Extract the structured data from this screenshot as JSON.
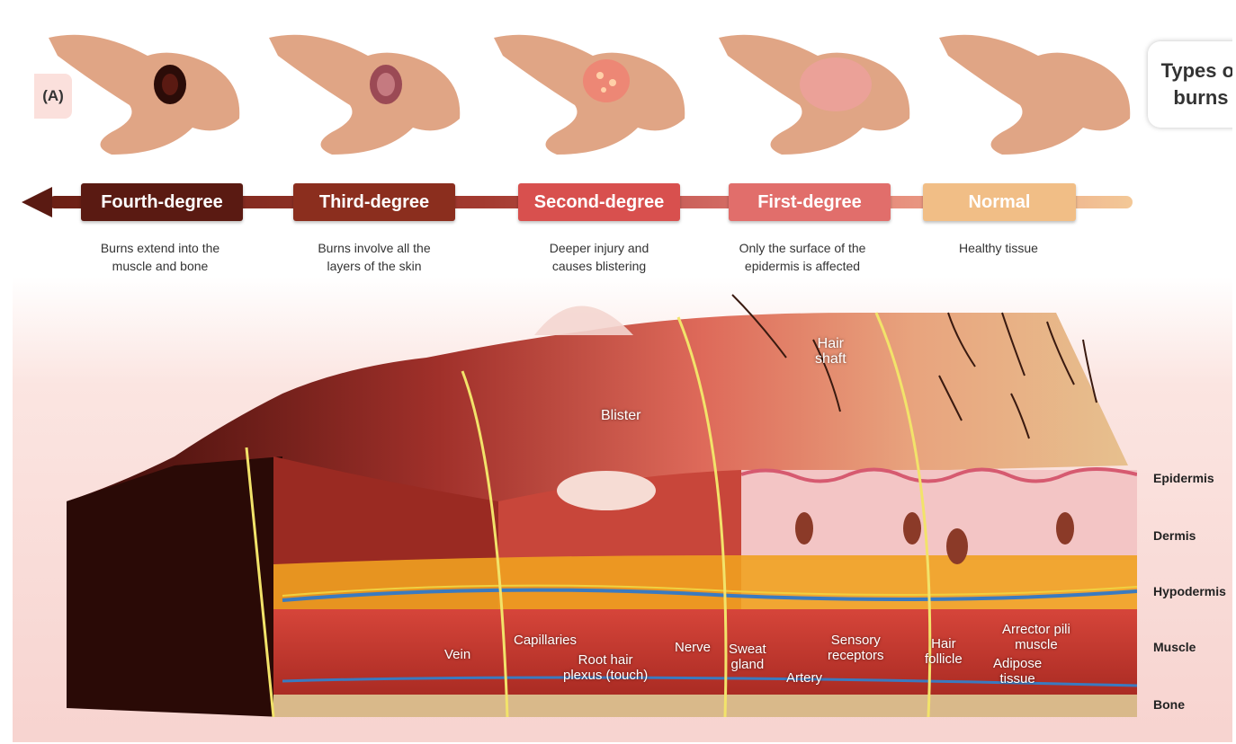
{
  "panel_tag": "(A)",
  "title_line1": "Types of",
  "title_line2": "burns",
  "degrees": [
    {
      "name": "Fourth-degree",
      "desc_line1": "Burns extend into the",
      "desc_line2": "muscle and bone",
      "color": "#5a1a12"
    },
    {
      "name": "Third-degree",
      "desc_line1": "Burns involve all the",
      "desc_line2": "layers of the skin",
      "color": "#8b2e1e"
    },
    {
      "name": "Second-degree",
      "desc_line1": "Deeper injury and",
      "desc_line2": "causes blistering",
      "color": "#d8504e"
    },
    {
      "name": "First-degree",
      "desc_line1": "Only the surface of the",
      "desc_line2": "epidermis is affected",
      "color": "#e16e6b"
    },
    {
      "name": "Normal",
      "desc_line1": "Healthy tissue",
      "desc_line2": "",
      "color": "#f1be86"
    }
  ],
  "layers": [
    "Epidermis",
    "Dermis",
    "Hypodermis",
    "Muscle",
    "Bone"
  ],
  "annotations": {
    "hair_shaft_1": "Hair",
    "hair_shaft_2": "shaft",
    "blister": "Blister",
    "vein": "Vein",
    "capillaries": "Capillaries",
    "root_hair_1": "Root hair",
    "root_hair_2": "plexus (touch)",
    "nerve": "Nerve",
    "sweat_1": "Sweat",
    "sweat_2": "gland",
    "artery": "Artery",
    "sensory_1": "Sensory",
    "sensory_2": "receptors",
    "follicle_1": "Hair",
    "follicle_2": "follicle",
    "adipose_1": "Adipose",
    "adipose_2": "tissue",
    "arrector_1": "Arrector pili",
    "arrector_2": "muscle"
  },
  "colors": {
    "arrow_dark": "#6b1f14",
    "arrow_light": "#f3c897",
    "skin": "#e8b08c",
    "burn_dark": "#2a0a06",
    "tissue_red": "#c63a2e",
    "fat_yellow": "#f0a020",
    "divider_yellow": "#f2e36a"
  }
}
